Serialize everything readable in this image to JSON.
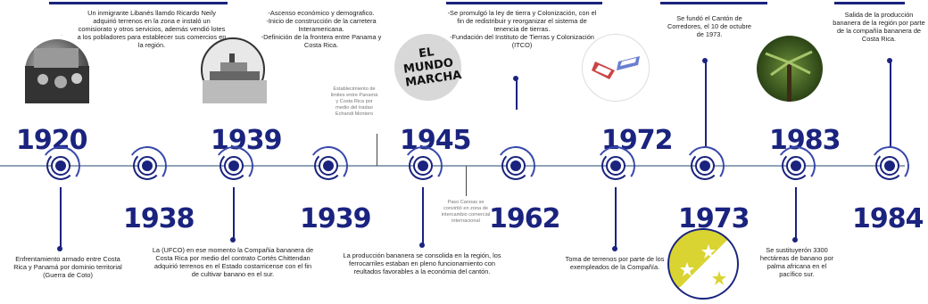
{
  "years": {
    "y1920": "1920",
    "y1938": "1938",
    "y1939a": "1939",
    "y1939b": "1939",
    "y1945": "1945",
    "y1962": "1962",
    "y1972": "1972",
    "y1973": "1973",
    "y1983": "1983",
    "y1984": "1984"
  },
  "texts": {
    "t1920": "Un inmigrante Libanés llamdo Ricardo Neily adquirió terrenos en la zona e instaló un comisiorato y otros servicios, además vendió lotes a los pobladores para establecer sus comercios en la región.",
    "t1939top": "-Ascenso económico y demografico.\n-Inicio de construcción de la carretera Interamericana.\n-Definición de la frontera entre Panama y Costa Rica.",
    "t1945top": "-Se promulgó la ley de tierra y Colonización, con el fin de redistribuir y reorganizar el sistema de tenencia de tierras.\n-Fundación del Instituto de Tierras y Colonización (ITCO)",
    "t1972top": "Se fundó el Cantón de Corredores, el 10 de octubre de 1973.",
    "t1984top": "Salida de la producción bananera de la región por parte de la compañía bananera de Costa Rica.",
    "tlimites": "Establecimiento de limites entre Panamá y Costa Rica por medio del tradao Echandi Montero",
    "tcanoas": "Paso Canoas se convirtió en zona de intercambio comercial internacional",
    "t1938": "Enfrentamiento armado entre Costa Rica y Panamá por dominio territorial (Guerra de Coto)",
    "t1939bot": "La (UFCO) en ese momento la Compañia bananera de Costa Rica por medio del contrato Cortés Chittendan adquirió terrenos en el Estado costarricense con el fin de cultivar banano en el sur.",
    "t1962": "La producción bananera se consolida en la región, los ferrocarriles estaban en pleno funcionamiento con reultados favorables a la económia del cantón.",
    "t1973": "Toma de terrenos por parte de los exempleados de la Compañía.",
    "t1984bot": "Se sustituyerón 3300 hectáreas de banano por palma africana en el pacífico sur.",
    "headline": "EL MUNDO MARCHA"
  },
  "colors": {
    "accent": "#1a237e",
    "axis": "#8fa3b6",
    "flag_yellow": "#d9d432"
  }
}
